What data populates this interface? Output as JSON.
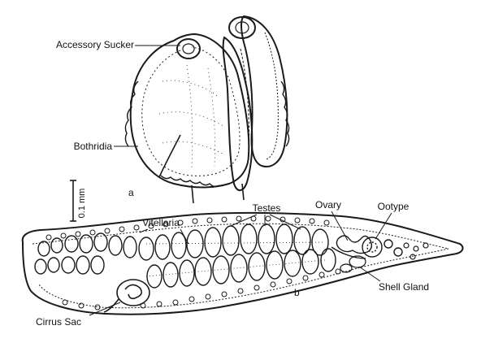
{
  "panel_a": {
    "label": "a",
    "labels": {
      "accessory_sucker": "Accessory Sucker",
      "bothridia": "Bothridia"
    }
  },
  "panel_b": {
    "label": "b",
    "labels": {
      "vitellaria": "Vitellaria",
      "testes": "Testes",
      "ovary": "Ovary",
      "ootype": "Ootype",
      "shell_gland": "Shell Gland",
      "cirrus_sac": "Cirrus Sac"
    }
  },
  "scale_bar": {
    "label": "0.1 mm"
  },
  "colors": {
    "ink": "#1a1a1a",
    "background": "#ffffff"
  }
}
